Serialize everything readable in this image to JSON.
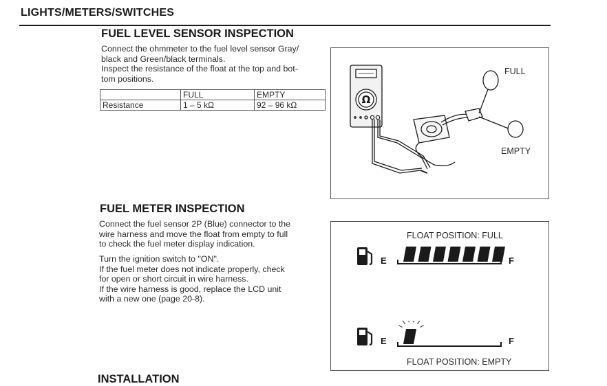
{
  "header": {
    "chapter": "LIGHTS/METERS/SWITCHES"
  },
  "sensor": {
    "title": "FUEL LEVEL SENSOR INSPECTION",
    "lines": [
      "Connect the ohmmeter to the fuel level sensor Gray/",
      "black and Green/black terminals.",
      "Inspect the resistance of the float at the top and bot-",
      "tom positions."
    ],
    "table": {
      "headers": [
        "",
        "FULL",
        "EMPTY"
      ],
      "row": [
        "Resistance",
        "1 – 5 kΩ",
        "92 – 96 kΩ"
      ]
    },
    "figure": {
      "full_label": "FULL",
      "empty_label": "EMPTY",
      "meter_symbol": "Ω"
    }
  },
  "meter": {
    "title": "FUEL METER INSPECTION",
    "para1": [
      "Connect the fuel sensor 2P (Blue) connector to the",
      "wire harness and move the float from empty to full",
      "to check the fuel meter display indication."
    ],
    "para2": [
      "Turn the ignition switch to \"ON\".",
      "If the fuel meter does not indicate properly, check",
      "for open or short circuit in wire harness.",
      "If the wire harness is good, replace the LCD unit",
      "with a new one (page 20-8)."
    ],
    "figure": {
      "full_caption": "FLOAT POSITION: FULL",
      "empty_caption": "FLOAT POSITION: EMPTY",
      "letter_e": "E",
      "letter_f": "F",
      "full_segments": 7,
      "empty_segments": 1
    }
  },
  "next_section": {
    "title": "INSTALLATION"
  },
  "colors": {
    "ink": "#1a1a1a",
    "paper": "#ffffff"
  }
}
